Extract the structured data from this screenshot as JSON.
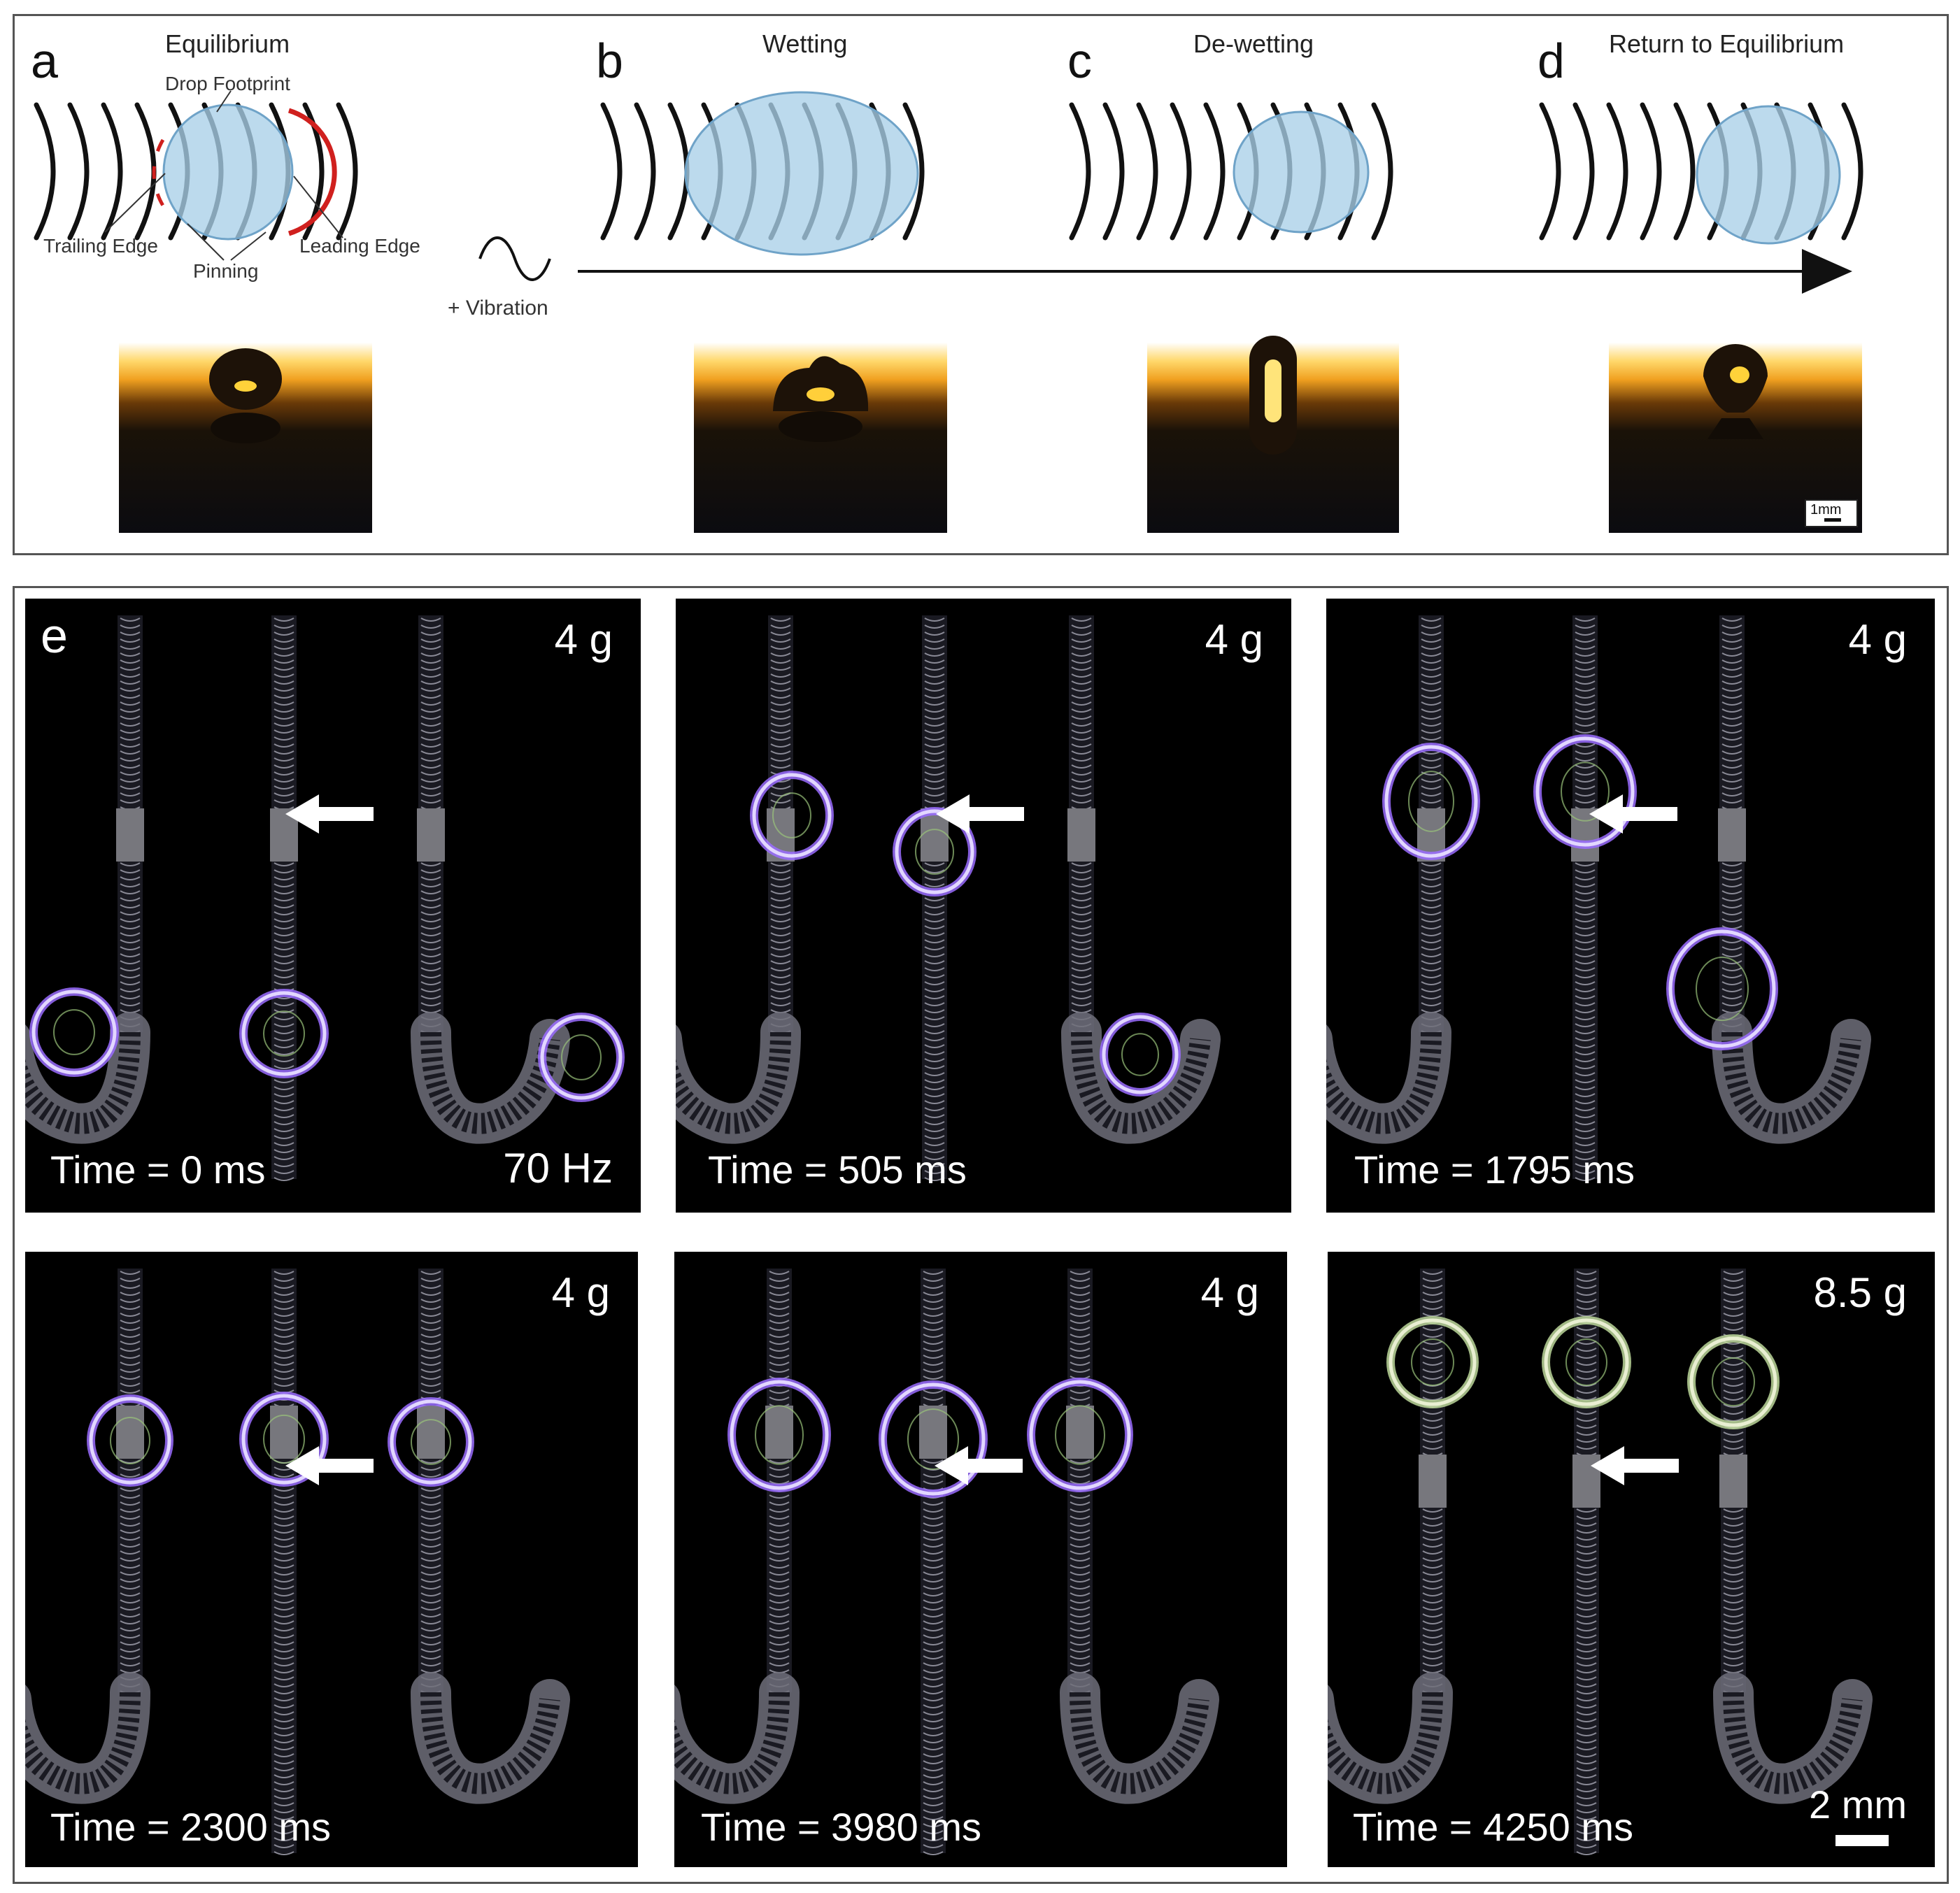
{
  "figure": {
    "top_panel": {
      "a": {
        "letter": "a",
        "title": "Equilibrium",
        "drop_footprint": "Drop Footprint",
        "trailing_edge": "Trailing Edge",
        "pinning": "Pinning",
        "leading_edge": "Leading Edge"
      },
      "b": {
        "letter": "b",
        "title": "Wetting"
      },
      "c": {
        "letter": "c",
        "title": "De-wetting"
      },
      "d": {
        "letter": "d",
        "title": "Return to Equilibrium"
      },
      "vibration_label": "+ Vibration",
      "scale_label": "1mm"
    },
    "bottom_panel": {
      "letter": "e",
      "frequency": "70 Hz",
      "scale_label": "2 mm",
      "frames": [
        {
          "time": "Time = 0 ms",
          "gravity": "4 g"
        },
        {
          "time": "Time = 505 ms",
          "gravity": "4 g"
        },
        {
          "time": "Time = 1795 ms",
          "gravity": "4 g"
        },
        {
          "time": "Time = 2300 ms",
          "gravity": "4 g"
        },
        {
          "time": "Time = 3980 ms",
          "gravity": "4 g"
        },
        {
          "time": "Time = 4250 ms",
          "gravity": "8.5 g"
        }
      ]
    }
  }
}
